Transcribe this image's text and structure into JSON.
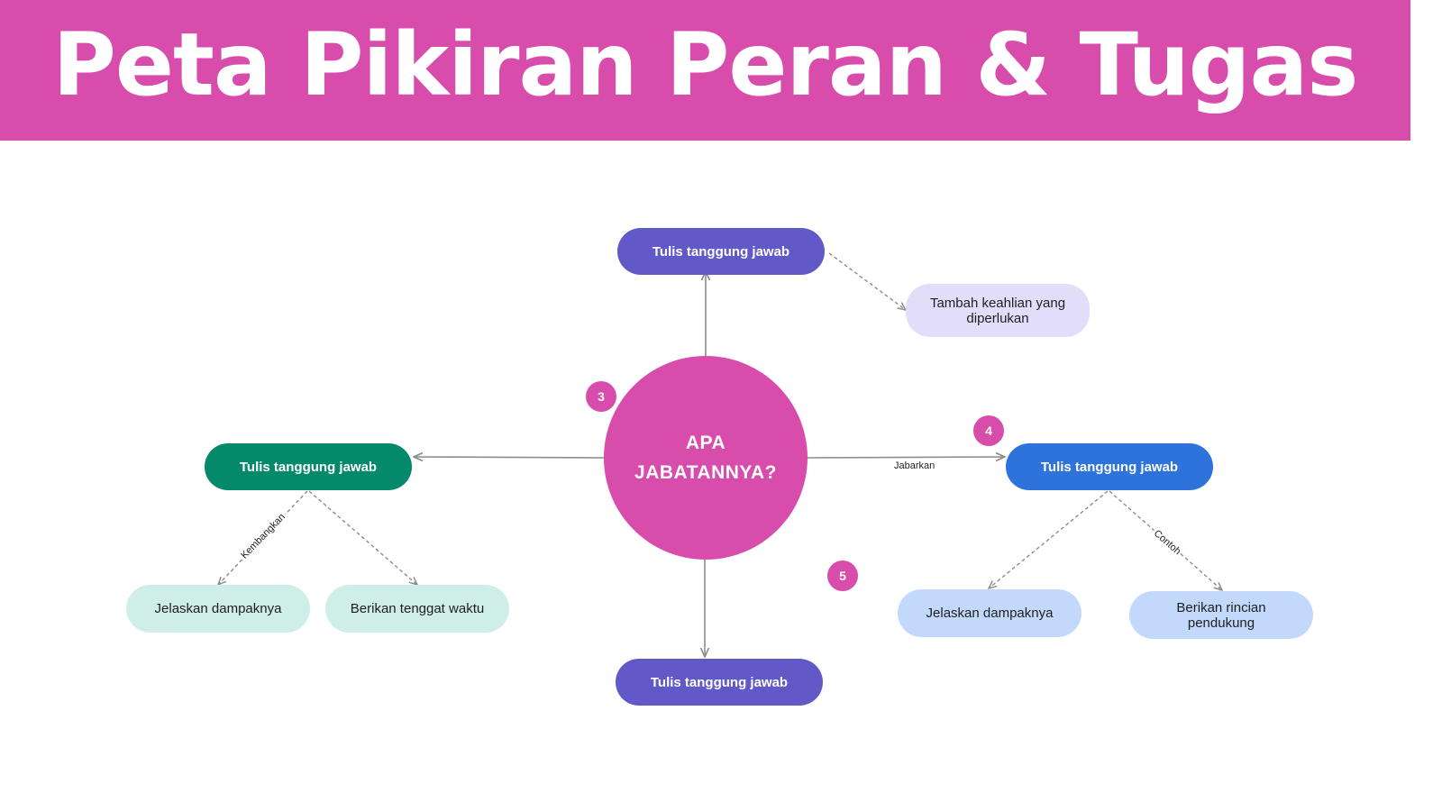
{
  "header": {
    "title": "Peta Pikiran Peran & Tugas"
  },
  "center": {
    "label": "APA\nJABATANNYA?"
  },
  "nodes": {
    "top": "Tulis tanggung jawab",
    "top_child": "Tambah keahlian yang diperlukan",
    "left": "Tulis tanggung jawab",
    "left_child_1": "Jelaskan dampaknya",
    "left_child_2": "Berikan tenggat waktu",
    "right": "Tulis tanggung jawab",
    "right_child_1": "Jelaskan dampaknya",
    "right_child_2": "Berikan rincian pendukung",
    "bottom": "Tulis tanggung jawab"
  },
  "edge_labels": {
    "right": "Jabarkan",
    "left_child": "Kembangkan",
    "right_child": "Contoh"
  },
  "badges": {
    "b3": "3",
    "b4": "4",
    "b5": "5"
  },
  "colors": {
    "header_bg": "#d84cab",
    "center_bg": "#d84cab",
    "badge_bg": "#d84cab",
    "purple": "#6159c8",
    "green": "#04896a",
    "blue": "#2e72dc",
    "mint": "#cfeee7",
    "lavender": "#e2ddf8",
    "light_blue": "#c2d9fb",
    "connector": "#8c8c8c"
  }
}
